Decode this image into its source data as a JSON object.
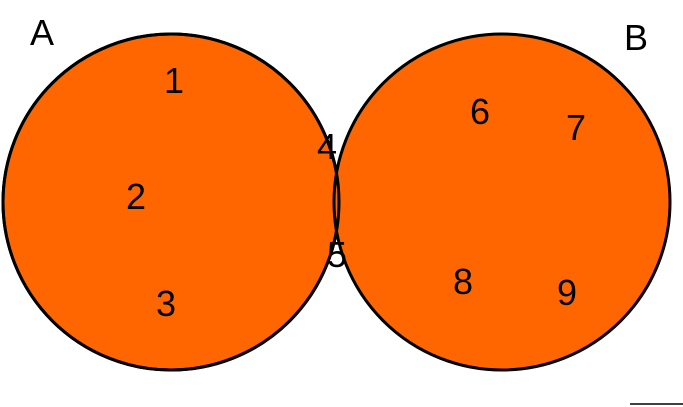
{
  "colors": {
    "fill": "#FF6600",
    "stroke": "#000000",
    "text": "#000000",
    "background": "#FFFFFF"
  },
  "sets": [
    {
      "label": "A",
      "only_elements": [
        "1",
        "2",
        "3"
      ]
    },
    {
      "label": "B",
      "only_elements": [
        "6",
        "7",
        "8",
        "9"
      ]
    }
  ],
  "intersection": [
    "4",
    "5"
  ]
}
